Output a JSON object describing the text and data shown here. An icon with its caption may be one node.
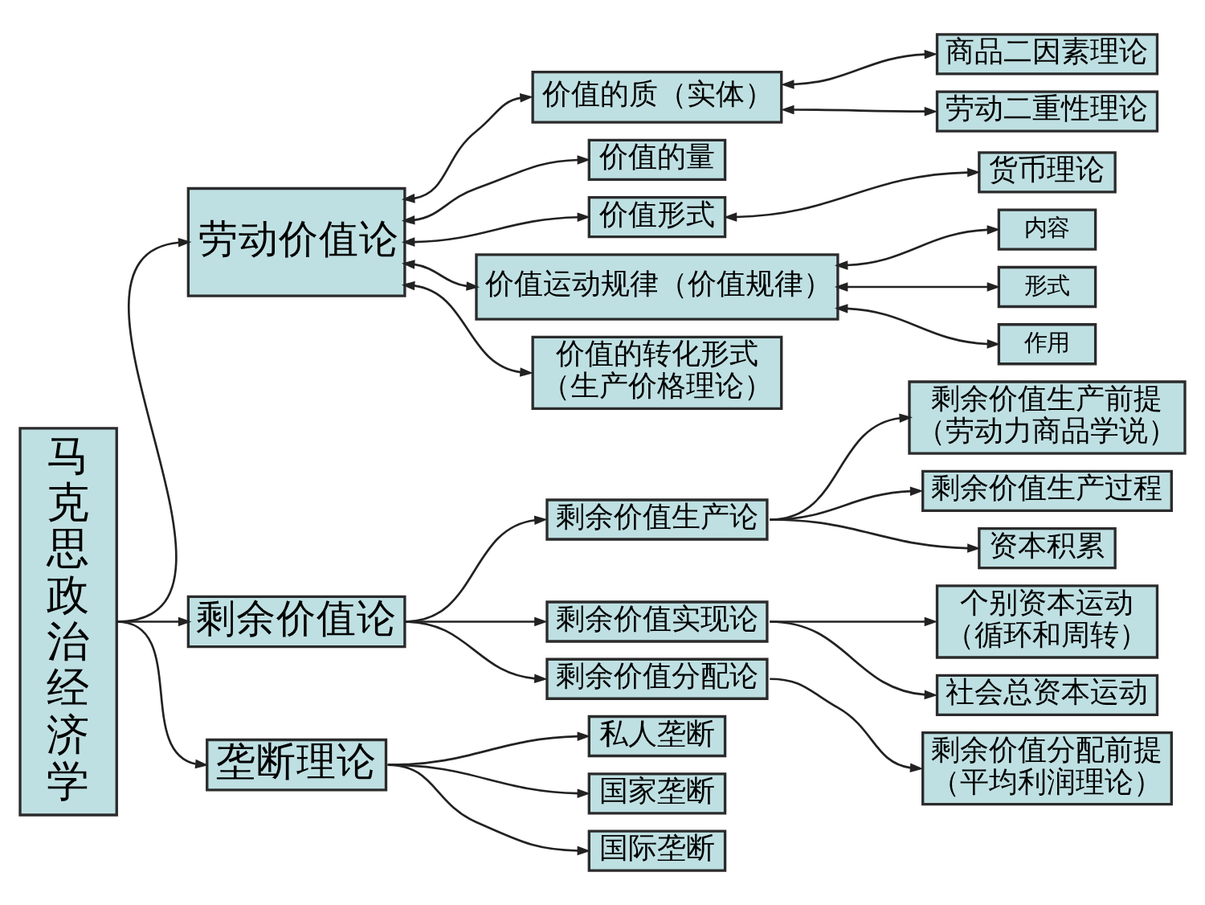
{
  "diagram": {
    "nodes": [
      {
        "text": [
          "马克思政治经济学"
        ]
      },
      {
        "text": [
          "劳动价值论"
        ]
      },
      {
        "text": [
          "价值的质（实体）"
        ]
      },
      {
        "text": [
          "商品二因素理论"
        ]
      },
      {
        "text": [
          "劳动二重性理论"
        ]
      },
      {
        "text": [
          "价值的量"
        ]
      },
      {
        "text": [
          "价值形式"
        ]
      },
      {
        "text": [
          "货币理论"
        ]
      },
      {
        "text": [
          "价值运动规律（价值规律）"
        ]
      },
      {
        "text": [
          "内容"
        ]
      },
      {
        "text": [
          "形式"
        ]
      },
      {
        "text": [
          "作用"
        ]
      },
      {
        "text": [
          "价值的转化形式（生产价格理论）"
        ]
      },
      {
        "text": [
          "剩余价值论"
        ]
      },
      {
        "text": [
          "剩余价值生产论"
        ]
      },
      {
        "text": [
          "剩余价值生产前提（劳动力商品学说）"
        ]
      },
      {
        "text": [
          "剩余价值生产过程"
        ]
      },
      {
        "text": [
          "资本积累"
        ]
      },
      {
        "text": [
          "剩余价值实现论"
        ]
      },
      {
        "text": [
          "个别资本运动（循环和周转）"
        ]
      },
      {
        "text": [
          "社会总资本运动"
        ]
      },
      {
        "text": [
          "剩余价值分配论"
        ]
      },
      {
        "text": [
          "剩余价值分配前提（平均利润理论）"
        ]
      },
      {
        "text": [
          "垄断理论"
        ]
      },
      {
        "text": [
          "私人垄断"
        ]
      },
      {
        "text": [
          "国家垄断"
        ]
      },
      {
        "text": [
          "国际垄断"
        ]
      }
    ],
    "edges": [
      {
        "from": 0,
        "to": 1,
        "arrow": "to"
      },
      {
        "from": 0,
        "to": 13,
        "arrow": "to"
      },
      {
        "from": 0,
        "to": 23,
        "arrow": "to"
      },
      {
        "from": 1,
        "to": 2,
        "arrow": "both"
      },
      {
        "from": 1,
        "to": 5,
        "arrow": "both"
      },
      {
        "from": 1,
        "to": 6,
        "arrow": "both"
      },
      {
        "from": 1,
        "to": 8,
        "arrow": "both"
      },
      {
        "from": 1,
        "to": 12,
        "arrow": "both"
      },
      {
        "from": 2,
        "to": 3,
        "arrow": "both"
      },
      {
        "from": 2,
        "to": 4,
        "arrow": "both"
      },
      {
        "from": 6,
        "to": 7,
        "arrow": "both"
      },
      {
        "from": 8,
        "to": 9,
        "arrow": "both"
      },
      {
        "from": 8,
        "to": 10,
        "arrow": "both"
      },
      {
        "from": 8,
        "to": 11,
        "arrow": "both"
      },
      {
        "from": 13,
        "to": 14,
        "arrow": "to"
      },
      {
        "from": 13,
        "to": 18,
        "arrow": "to"
      },
      {
        "from": 13,
        "to": 21,
        "arrow": "to"
      },
      {
        "from": 14,
        "to": 15,
        "arrow": "to"
      },
      {
        "from": 14,
        "to": 16,
        "arrow": "to"
      },
      {
        "from": 14,
        "to": 17,
        "arrow": "to"
      },
      {
        "from": 18,
        "to": 19,
        "arrow": "to"
      },
      {
        "from": 18,
        "to": 20,
        "arrow": "to"
      },
      {
        "from": 21,
        "to": 22,
        "arrow": "to"
      },
      {
        "from": 23,
        "to": 24,
        "arrow": "to"
      },
      {
        "from": 23,
        "to": 25,
        "arrow": "to"
      },
      {
        "from": 23,
        "to": 26,
        "arrow": "to"
      }
    ]
  }
}
